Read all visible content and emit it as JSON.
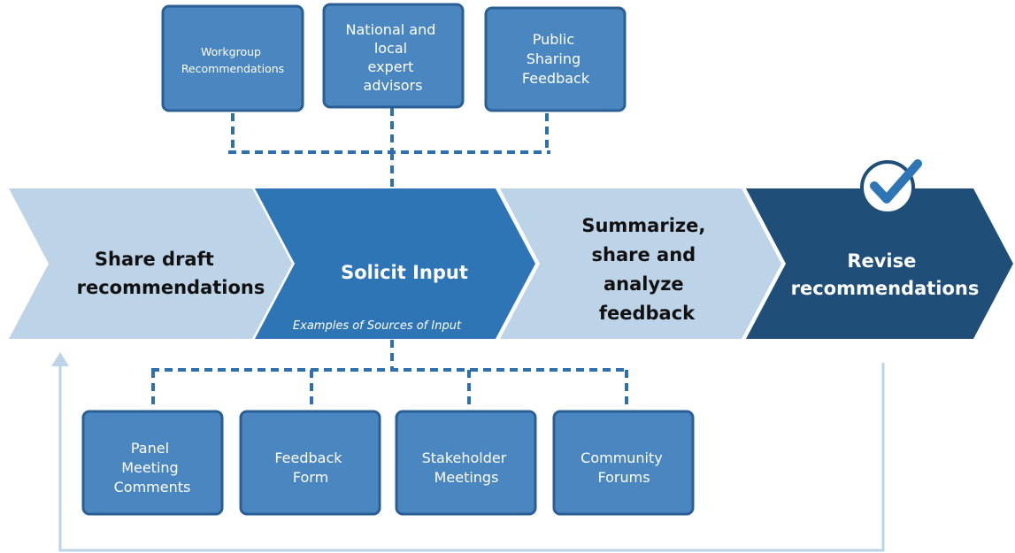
{
  "top_sources": [
    "Workgroup Recommendations",
    "National and local expert advisors",
    "Public Sharing Feedback"
  ],
  "steps": [
    "Share draft recommendations",
    "Solicit Input",
    "Summarize, share and analyze feedback",
    "Revise recommendations"
  ],
  "caption": "Examples of Sources of Input",
  "bottom_sources": [
    "Panel Meeting Comments",
    "Feedback Form",
    "Stakeholder Meetings",
    "Community Forums"
  ],
  "colors": {
    "light_blue": "#bcd3e8",
    "mid_blue": "#2e75b6",
    "dark_blue": "#1f4e79",
    "box_blue": "#4a86c0",
    "box_border": "#2a5f96",
    "dash": "#2e6fad",
    "return_line": "#bcd3e8"
  },
  "icons": {
    "complete": "check-circle-icon"
  }
}
